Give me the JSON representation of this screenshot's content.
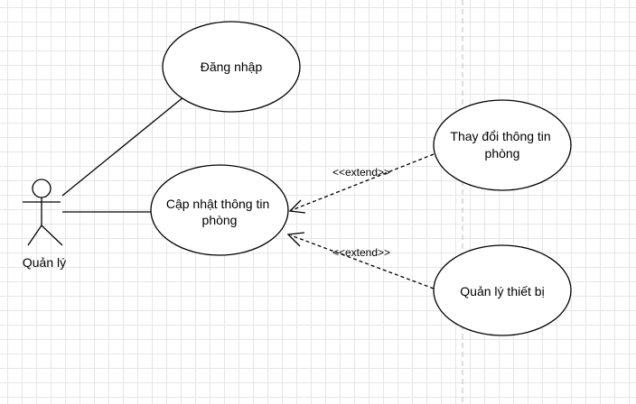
{
  "diagram": {
    "actor": {
      "label": "Quản lý"
    },
    "use_cases": {
      "login": {
        "lines": [
          "Đăng nhập"
        ]
      },
      "update_room": {
        "lines": [
          "Cập nhật thông tin",
          "phòng"
        ]
      },
      "change_room": {
        "lines": [
          "Thay đổi thông tin",
          "phòng"
        ]
      },
      "manage_devices": {
        "lines": [
          "Quản lý thiết bị"
        ]
      }
    },
    "relations": {
      "extend_change": "<<extend>>",
      "extend_devices": "<<extend>>"
    }
  }
}
